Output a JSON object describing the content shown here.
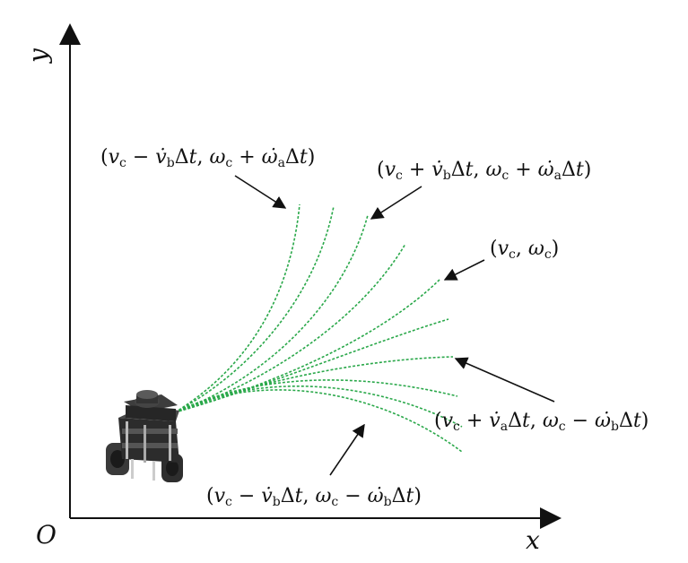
{
  "axes": {
    "origin_label": "O",
    "x_label": "x",
    "y_label": "y"
  },
  "colors": {
    "trajectory": "#2aa84a",
    "axis": "#111111",
    "arrow": "#111111"
  },
  "labels": {
    "top_left": "(v_c − v̇_b Δt, ω_c + ω̇_a Δt)",
    "top_right": "(v_c + v̇_b Δt, ω_c + ω̇_a Δt)",
    "middle": "(v_c, ω_c)",
    "lower_right": "(v_c + v̇_a Δt, ω_c − ω̇_b Δt)",
    "bottom": "(v_c − v̇_b Δt, ω_c − ω̇_b Δt)"
  },
  "trajectory_count": 10
}
